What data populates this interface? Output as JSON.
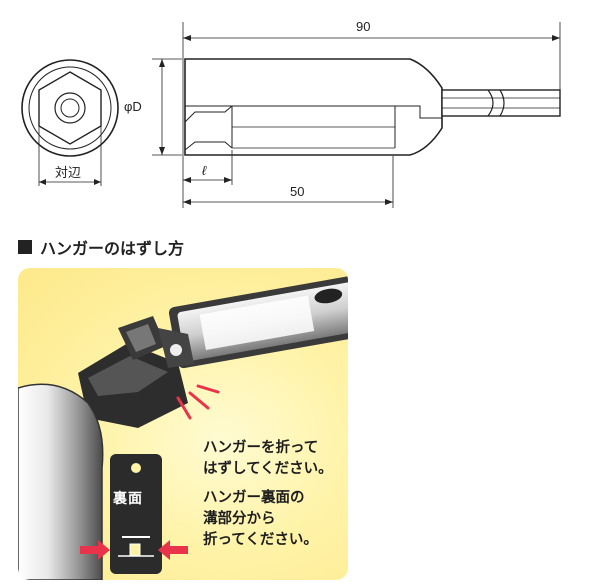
{
  "dimensions": {
    "total_length": "90",
    "diameter": "φD",
    "across_flats": "対辺",
    "depth": "ℓ",
    "body_length": "50"
  },
  "section": {
    "title": "ハンガーのはずし方"
  },
  "hanger_tag": {
    "label": "裏面"
  },
  "notes": {
    "step1_line1": "ハンガーを折って",
    "step1_line2": "はずしてください。",
    "step2_line1": "ハンガー裏面の",
    "step2_line2": "溝部分から",
    "step2_line3": "折ってください。"
  },
  "colors": {
    "panel_yellow": "#fff3a8",
    "arrow_red": "#e8334a",
    "tag_dark": "#2b2b2b"
  }
}
